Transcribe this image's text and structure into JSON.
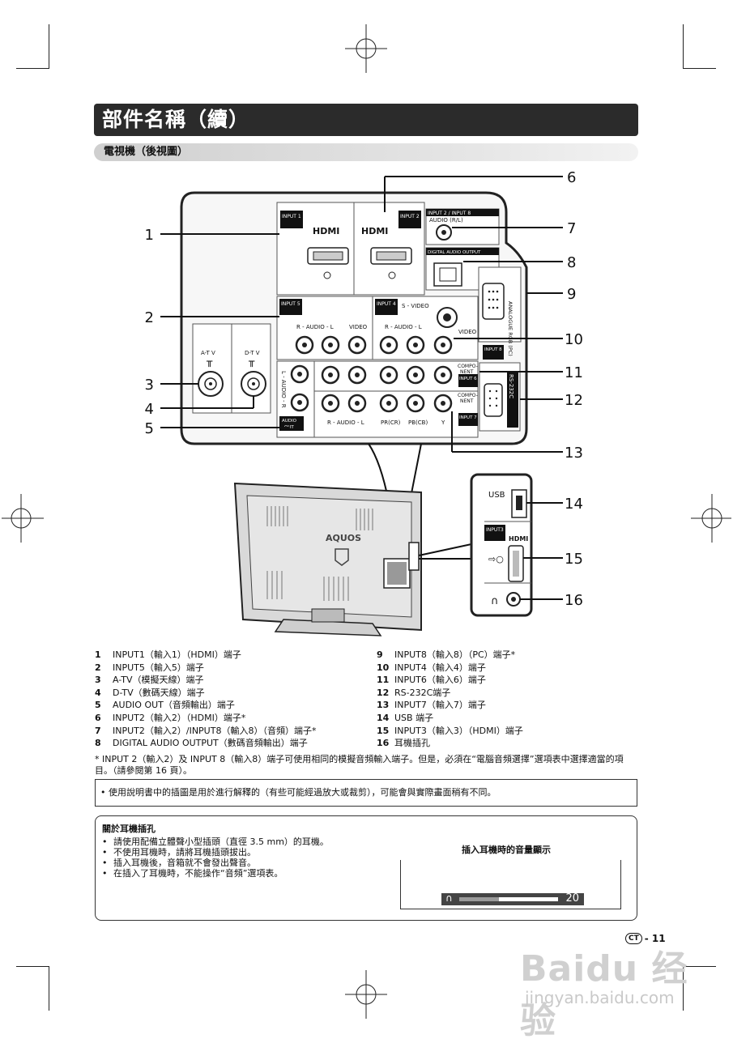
{
  "page_title": "部件名稱（續）",
  "section_title": "電視機（後視圖）",
  "callout_numbers": [
    "1",
    "2",
    "3",
    "4",
    "5",
    "6",
    "7",
    "8",
    "9",
    "10",
    "11",
    "12",
    "13",
    "14",
    "15",
    "16"
  ],
  "panel_labels": {
    "input1": "INPUT 1",
    "input5_top": "INPUT 5",
    "hdmi": "HDMI",
    "input2_input8": "INPUT 2 / INPUT 8",
    "audio_rl": "AUDIO (R/L)",
    "digital_audio_output": "DIGITAL AUDIO OUTPUT",
    "analogue_rgb": "ANALOGUE RGB (PC)",
    "input8": "INPUT 8",
    "input5": "INPUT 5",
    "input4": "INPUT 4",
    "s_video": "S - VIDEO",
    "r_audio_l": "R - AUDIO - L",
    "video": "VIDEO",
    "atv": "A-T V",
    "dtv": "D-T V",
    "l_audio_r": "L - AUDIO - R",
    "audio_out": "AUDIO OUT",
    "component": "COMPO- NENT",
    "input6": "INPUT 6",
    "input7": "INPUT 7",
    "rs232c": "RS-232C",
    "pr": "PR(CR)",
    "pb": "PB(CB)",
    "y": "Y",
    "aquos": "AQUOS",
    "usb": "USB",
    "input3": "INPUT3"
  },
  "legend_left": [
    {
      "num": "1",
      "text": "INPUT1（輸入1）（HDMI）端子"
    },
    {
      "num": "2",
      "text": "INPUT5（輸入5）端子"
    },
    {
      "num": "3",
      "text": "A-TV（模擬天線）端子"
    },
    {
      "num": "4",
      "text": "D-TV（數碼天線）端子"
    },
    {
      "num": "5",
      "text": "AUDIO OUT（音頻輸出）端子"
    },
    {
      "num": "6",
      "text": "INPUT2（輸入2）（HDMI）端子*"
    },
    {
      "num": "7",
      "text": "INPUT2（輸入2）/INPUT8（輸入8）（音頻）端子*"
    },
    {
      "num": "8",
      "text": "DIGITAL AUDIO OUTPUT（數碼音頻輸出）端子"
    }
  ],
  "legend_right": [
    {
      "num": "9",
      "text": "INPUT8（輸入8）（PC）端子*"
    },
    {
      "num": "10",
      "text": "INPUT4（輸入4）端子"
    },
    {
      "num": "11",
      "text": "INPUT6（輸入6）端子"
    },
    {
      "num": "12",
      "text": "RS-232C端子"
    },
    {
      "num": "13",
      "text": "INPUT7（輸入7）端子"
    },
    {
      "num": "14",
      "text": "USB 端子"
    },
    {
      "num": "15",
      "text": "INPUT3（輸入3）（HDMI）端子"
    },
    {
      "num": "16",
      "text": "耳機插孔"
    }
  ],
  "footnote": "* INPUT 2（輸入2）及 INPUT 8（輸入8）端子可使用相同的模擬音頻輸入端子。但是，必須在“電腦音頻選擇”選項表中選擇適當的項目。（請參閱第 16 頁）。",
  "note": "• 使用說明書中的插圖是用於進行解釋的（有些可能經過放大或裁剪），可能會與實際畫面稍有不同。",
  "headphone": {
    "title": "關於耳機插孔",
    "items": [
      "請使用配備立體聲小型插頭（直徑 3.5 mm）的耳機。",
      "不使用耳機時，請將耳機插頭拔出。",
      "插入耳機後，音箱就不會發出聲音。",
      "在插入了耳機時，不能操作“音頻”選項表。"
    ],
    "volume_title": "插入耳機時的音量顯示",
    "volume_value": "20",
    "volume_level": 0.4
  },
  "page_number": "- 11",
  "page_badge": "CT",
  "watermark": {
    "brand": "Baidu 经验",
    "url": "jingyan.baidu.com"
  }
}
